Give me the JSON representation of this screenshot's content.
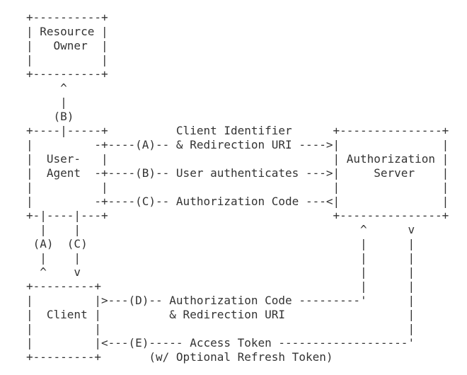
{
  "colors": {
    "background": "#ffffff",
    "text": "#333333"
  },
  "diagram": {
    "lines": [
      "+----------+",
      "| Resource |",
      "|   Owner  |",
      "|          |",
      "+----------+",
      "     ^",
      "     |",
      "    (B)",
      "+----|-----+          Client Identifier      +---------------+",
      "|         -+----(A)-- & Redirection URI ---->|               |",
      "|  User-   |                                 | Authorization |",
      "|  Agent  -+----(B)-- User authenticates --->|     Server    |",
      "|          |                                 |               |",
      "|         -+----(C)-- Authorization Code ---<|               |",
      "+-|----|---+                                 +---------------+",
      "  |    |                                         ^      v",
      " (A)  (C)                                        |      |",
      "  |    |                                         |      |",
      "  ^    v                                         |      |",
      "+---------+                                      |      |",
      "|         |>---(D)-- Authorization Code ---------'      |",
      "|  Client |          & Redirection URI                  |",
      "|         |                                             |",
      "|         |<---(E)----- Access Token -------------------'",
      "+---------+       (w/ Optional Refresh Token)"
    ],
    "entities": {
      "resource_owner_label": "Resource Owner",
      "user_agent_label": "User-Agent",
      "authorization_server_label": "Authorization Server",
      "client_label": "Client"
    },
    "steps": {
      "a_label": "(A)",
      "a_text": "Client Identifier & Redirection URI",
      "b_label": "(B)",
      "b_text": "User authenticates",
      "c_label": "(C)",
      "c_text": "Authorization Code",
      "d_label": "(D)",
      "d_text": "Authorization Code & Redirection URI",
      "e_label": "(E)",
      "e_text": "Access Token (w/ Optional Refresh Token)"
    }
  }
}
